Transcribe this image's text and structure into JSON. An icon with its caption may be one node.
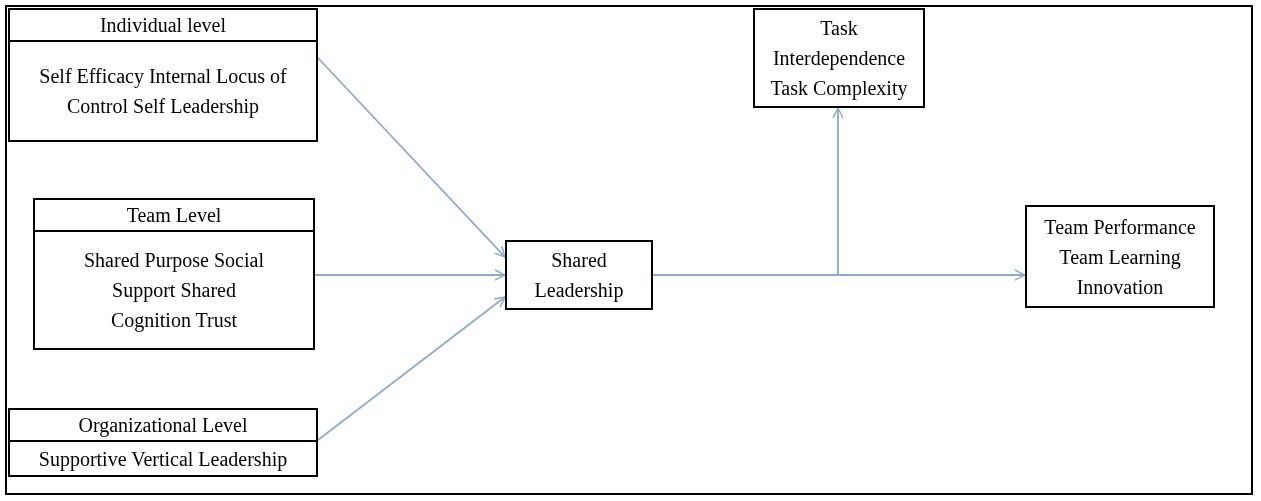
{
  "diagram": {
    "nodes": [
      {
        "text": [
          "Individual level",
          "Self Efficacy Internal Locus of Control Self Leadership"
        ]
      },
      {
        "text": [
          "Team Level",
          "Shared Purpose Social Support Shared Cognition Trust"
        ]
      },
      {
        "text": [
          "Organizational Level",
          "Supportive Vertical Leadership"
        ]
      },
      {
        "text": [
          "Shared Leadership"
        ]
      },
      {
        "text": [
          "Task Interdependence Task Complexity"
        ]
      },
      {
        "text": [
          "Team Performance Team Learning Innovation"
        ]
      }
    ],
    "edges": [
      {
        "from": 0,
        "to": 3,
        "arrow": "to"
      },
      {
        "from": 1,
        "to": 3,
        "arrow": "to"
      },
      {
        "from": 2,
        "to": 3,
        "arrow": "to"
      },
      {
        "from": 3,
        "to": 4,
        "arrow": "to"
      },
      {
        "from": 3,
        "to": 5,
        "arrow": "to"
      }
    ]
  }
}
